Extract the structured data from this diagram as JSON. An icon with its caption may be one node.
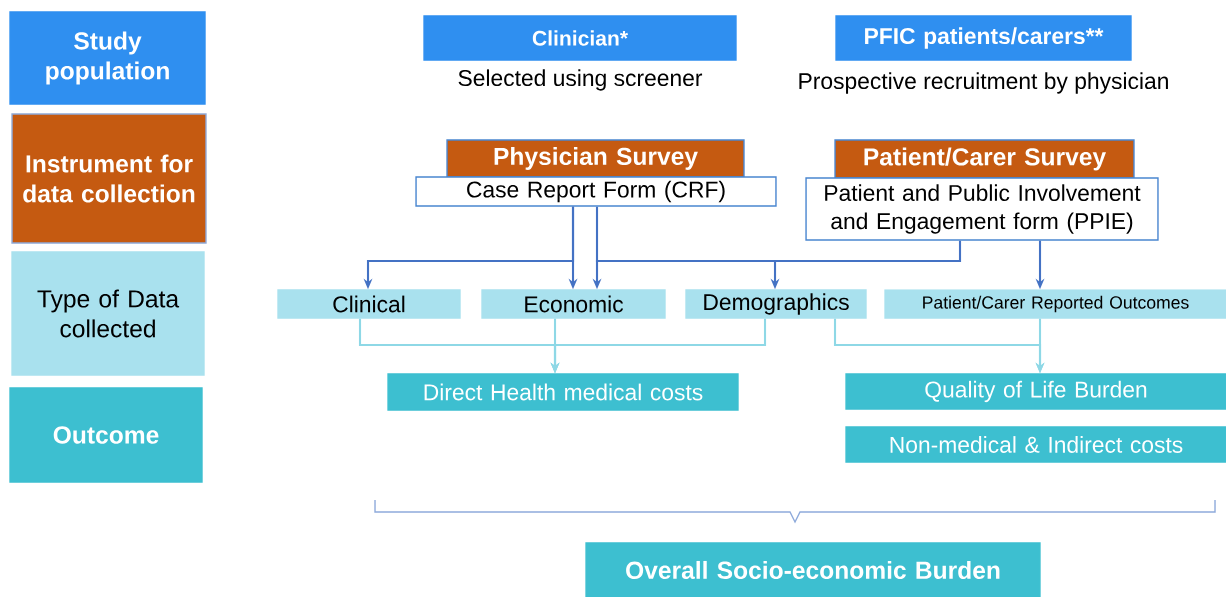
{
  "diagram": {
    "nodes": [
      {
        "text": [
          "Study population"
        ]
      },
      {
        "text": [
          "Instrument for data collection"
        ]
      },
      {
        "text": [
          "Type of Data collected"
        ]
      },
      {
        "text": [
          "Outcome"
        ]
      },
      {
        "text": [
          "Clinician*"
        ],
        "beside": [
          "Selected using screener"
        ]
      },
      {
        "text": [
          "PFIC patients/carers**"
        ],
        "beside": [
          "Prospective recruitment by physician"
        ]
      },
      {
        "text": [
          "Physician Survey"
        ]
      },
      {
        "text": [
          "Case Report Form (CRF)"
        ]
      },
      {
        "text": [
          "Patient/Carer Survey"
        ]
      },
      {
        "text": [
          "Patient and Public Involvement and Engagement form (PPIE)"
        ]
      },
      {
        "text": [
          "Clinical"
        ]
      },
      {
        "text": [
          "Economic"
        ]
      },
      {
        "text": [
          "Demographics"
        ]
      },
      {
        "text": [
          "Patient/Carer Reported Outcomes"
        ]
      },
      {
        "text": [
          "Direct Health medical costs"
        ]
      },
      {
        "text": [
          "Quality of Life Burden"
        ]
      },
      {
        "text": [
          "Non-medical & Indirect costs"
        ]
      },
      {
        "text": [
          "Overall Socio-economic Burden"
        ]
      }
    ],
    "edges": [
      {
        "from": 7,
        "to": 10,
        "arrow": "to"
      },
      {
        "from": 7,
        "to": 11,
        "arrow": "to"
      },
      {
        "from": 7,
        "to": 12,
        "arrow": "to"
      },
      {
        "from": 9,
        "to": 11,
        "arrow": "to"
      },
      {
        "from": 9,
        "to": 13,
        "arrow": "to"
      },
      {
        "from": 10,
        "to": 14,
        "arrow": "to",
        "color": "#8ed8e6"
      },
      {
        "from": 11,
        "to": 14,
        "arrow": "to",
        "color": "#8ed8e6"
      },
      {
        "from": 12,
        "to": 14,
        "arrow": "to",
        "color": "#8ed8e6"
      },
      {
        "from": 12,
        "to": 15,
        "arrow": "to",
        "color": "#8ed8e6"
      },
      {
        "from": 13,
        "to": 15,
        "arrow": "to",
        "color": "#8ed8e6"
      }
    ]
  }
}
